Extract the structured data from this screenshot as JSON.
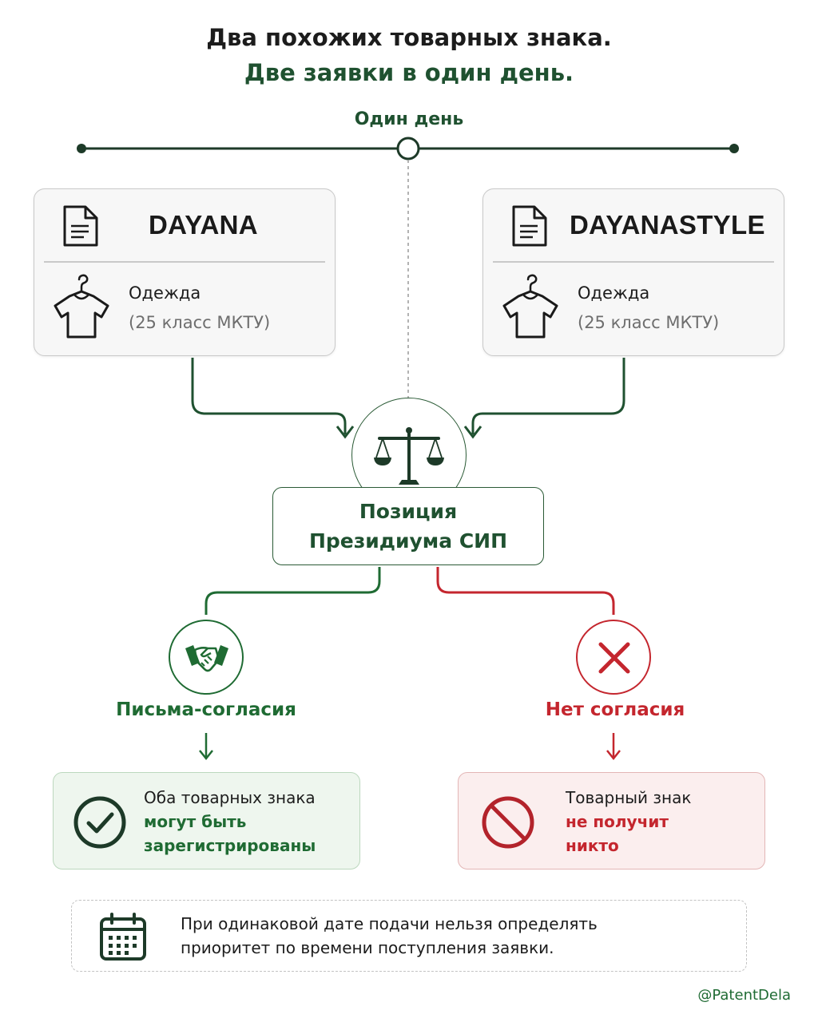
{
  "header": {
    "title_line1": "Два похожих товарных знака.",
    "title_line2": "Две заявки в один день."
  },
  "timeline": {
    "label": "Один день"
  },
  "cards": [
    {
      "mark": "DAYANA",
      "goods": "Одежда",
      "class": "(25 класс МКТУ)"
    },
    {
      "mark": "DAYANASTYLE",
      "goods": "Одежда",
      "class": "(25 класс МКТУ)"
    }
  ],
  "decision": {
    "line1": "Позиция",
    "line2": "Президиума СИП"
  },
  "branches": {
    "consent": {
      "label": "Письма-согласия",
      "result_line1": "Оба товарных знака",
      "result_line2": "могут быть",
      "result_line3": "зарегистрированы",
      "color": "#1f6b33"
    },
    "no_consent": {
      "label": "Нет согласия",
      "result_line1": "Товарный знак",
      "result_line2": "не получит",
      "result_line3": "никто",
      "color": "#c4262e"
    }
  },
  "note": {
    "line1": "При одинаковой дате подачи нельзя определять",
    "line2": "приоритет по времени поступления заявки."
  },
  "footer": {
    "handle": "@PatentDela"
  },
  "colors": {
    "dark_green": "#1f5130",
    "green": "#1f6b33",
    "red": "#c4262e"
  }
}
